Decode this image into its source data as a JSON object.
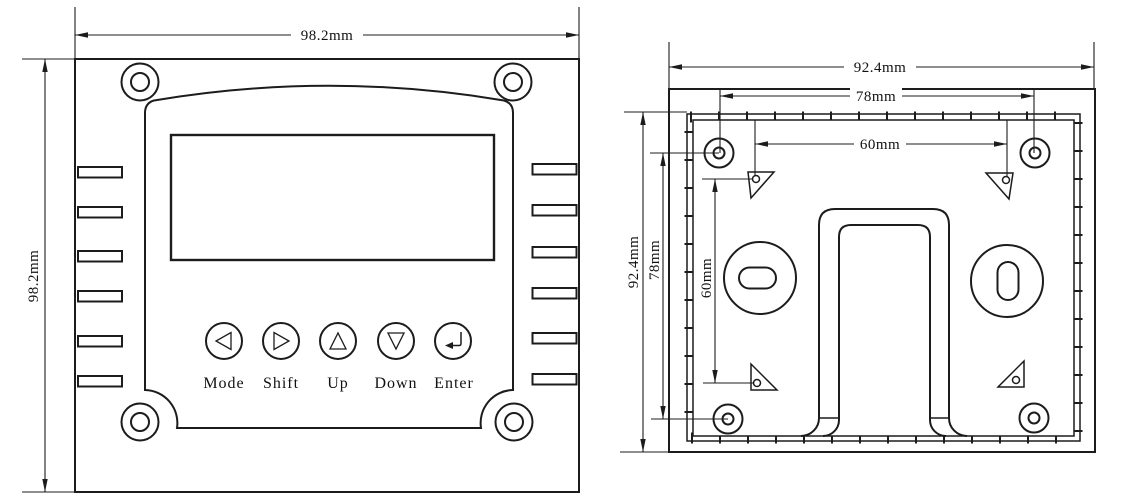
{
  "diagram": {
    "front_view": {
      "dim_width": "98.2mm",
      "dim_height": "98.2mm",
      "buttons": [
        {
          "icon": "left-triangle-icon",
          "label": "Mode"
        },
        {
          "icon": "right-triangle-icon",
          "label": "Shift"
        },
        {
          "icon": "up-triangle-icon",
          "label": "Up"
        },
        {
          "icon": "down-triangle-icon",
          "label": "Down"
        },
        {
          "icon": "return-arrow-icon",
          "label": "Enter"
        }
      ]
    },
    "back_view": {
      "dim_width": "92.4mm",
      "dim_height": "92.4mm",
      "dim_mount_hole_width": "78mm",
      "dim_mount_hole_height": "78mm",
      "dim_hook_hole_width": "60mm",
      "dim_hook_hole_height": "60mm"
    },
    "colors": {
      "line": "#1c1c1c",
      "background": "#ffffff"
    }
  }
}
